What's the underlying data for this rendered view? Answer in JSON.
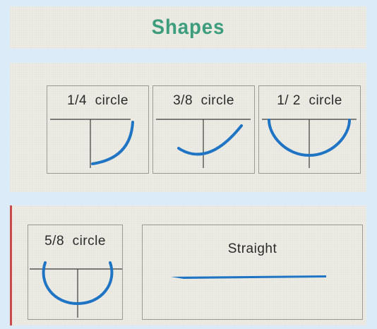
{
  "title": "Shapes",
  "cards": {
    "quarter": "1/4  circle",
    "three_eighths": "3/8  circle",
    "half": "1/ 2  circle",
    "five_eighths": "5/8  circle",
    "straight": "Straight"
  },
  "colors": {
    "needle": "#1f74c4",
    "title": "#3d9d7c",
    "line": "#3a3a3a"
  }
}
